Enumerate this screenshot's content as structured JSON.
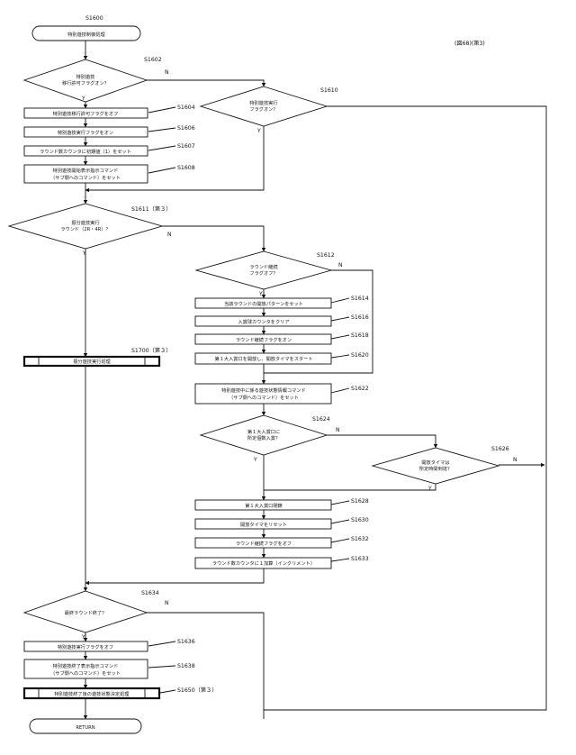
{
  "header": {
    "figure_label": "(図68)(第3)",
    "start_step": "S1600"
  },
  "steps": {
    "start": {
      "text": "特別遊技制御処理"
    },
    "s1602": {
      "label": "S1602",
      "l1": "特別遊技",
      "l2": "移行許可フラグオン？"
    },
    "s1604": {
      "label": "S1604",
      "text": "特別遊技移行許可フラグをオフ"
    },
    "s1606": {
      "label": "S1606",
      "text": "特別遊技実行フラグをオン"
    },
    "s1607": {
      "label": "S1607",
      "text": "ラウンド数カウンタに初期値（1）をセット"
    },
    "s1608": {
      "label": "S1608",
      "l1": "特別遊技開始表示指示コマンド",
      "l2": "（サブ側へのコマンド）をセット"
    },
    "s1610": {
      "label": "S1610",
      "l1": "特別遊技実行",
      "l2": "フラグオン？"
    },
    "s1611": {
      "label": "S1611（第３）",
      "l1": "振分遊技実行",
      "l2": "ラウンド（2R・4R）？"
    },
    "s1612": {
      "label": "S1612",
      "l1": "ラウンド継続",
      "l2": "フラグオフ？"
    },
    "s1614": {
      "label": "S1614",
      "text": "当該ラウンドの開放パターンをセット"
    },
    "s1616": {
      "label": "S1616",
      "text": "入賞球カウンタをクリア"
    },
    "s1618": {
      "label": "S1618",
      "text": "ラウンド継続フラグをオン"
    },
    "s1620": {
      "label": "S1620",
      "text": "第１大入賞口を開放し、開放タイマをスタート"
    },
    "s1622": {
      "label": "S1622",
      "l1": "特別遊技中に係る遊技状態情報コマンド",
      "l2": "（サブ側へのコマンド）をセット"
    },
    "s1624": {
      "label": "S1624",
      "l1": "第１大入賞口に",
      "l2": "所定個数入賞？"
    },
    "s1626": {
      "label": "S1626",
      "l1": "開放タイマは",
      "l2": "所定時間到達？"
    },
    "s1628": {
      "label": "S1628",
      "text": "第１大入賞口閉鎖"
    },
    "s1630": {
      "label": "S1630",
      "text": "開放タイマをリセット"
    },
    "s1632": {
      "label": "S1632",
      "text": "ラウンド継続フラグをオフ"
    },
    "s1633": {
      "label": "S1633",
      "text": "ラウンド数カウンタに１加算（インクリメント）"
    },
    "s1700": {
      "label": "S1700（第３）",
      "text": "振分遊技実行処理"
    },
    "s1634": {
      "label": "S1634",
      "text": "最終ラウンド終了？"
    },
    "s1636": {
      "label": "S1636",
      "text": "特別遊技実行フラグをオフ"
    },
    "s1638": {
      "label": "S1638",
      "l1": "特別遊技終了表示指示コマンド",
      "l2": "（サブ側へのコマンド）をセット"
    },
    "s1650": {
      "label": "S1650（第３）",
      "text": "特別遊技終了後の遊技状態決定処理"
    },
    "end": {
      "text": "RETURN"
    }
  },
  "branch": {
    "yes": "Y",
    "no": "N"
  }
}
